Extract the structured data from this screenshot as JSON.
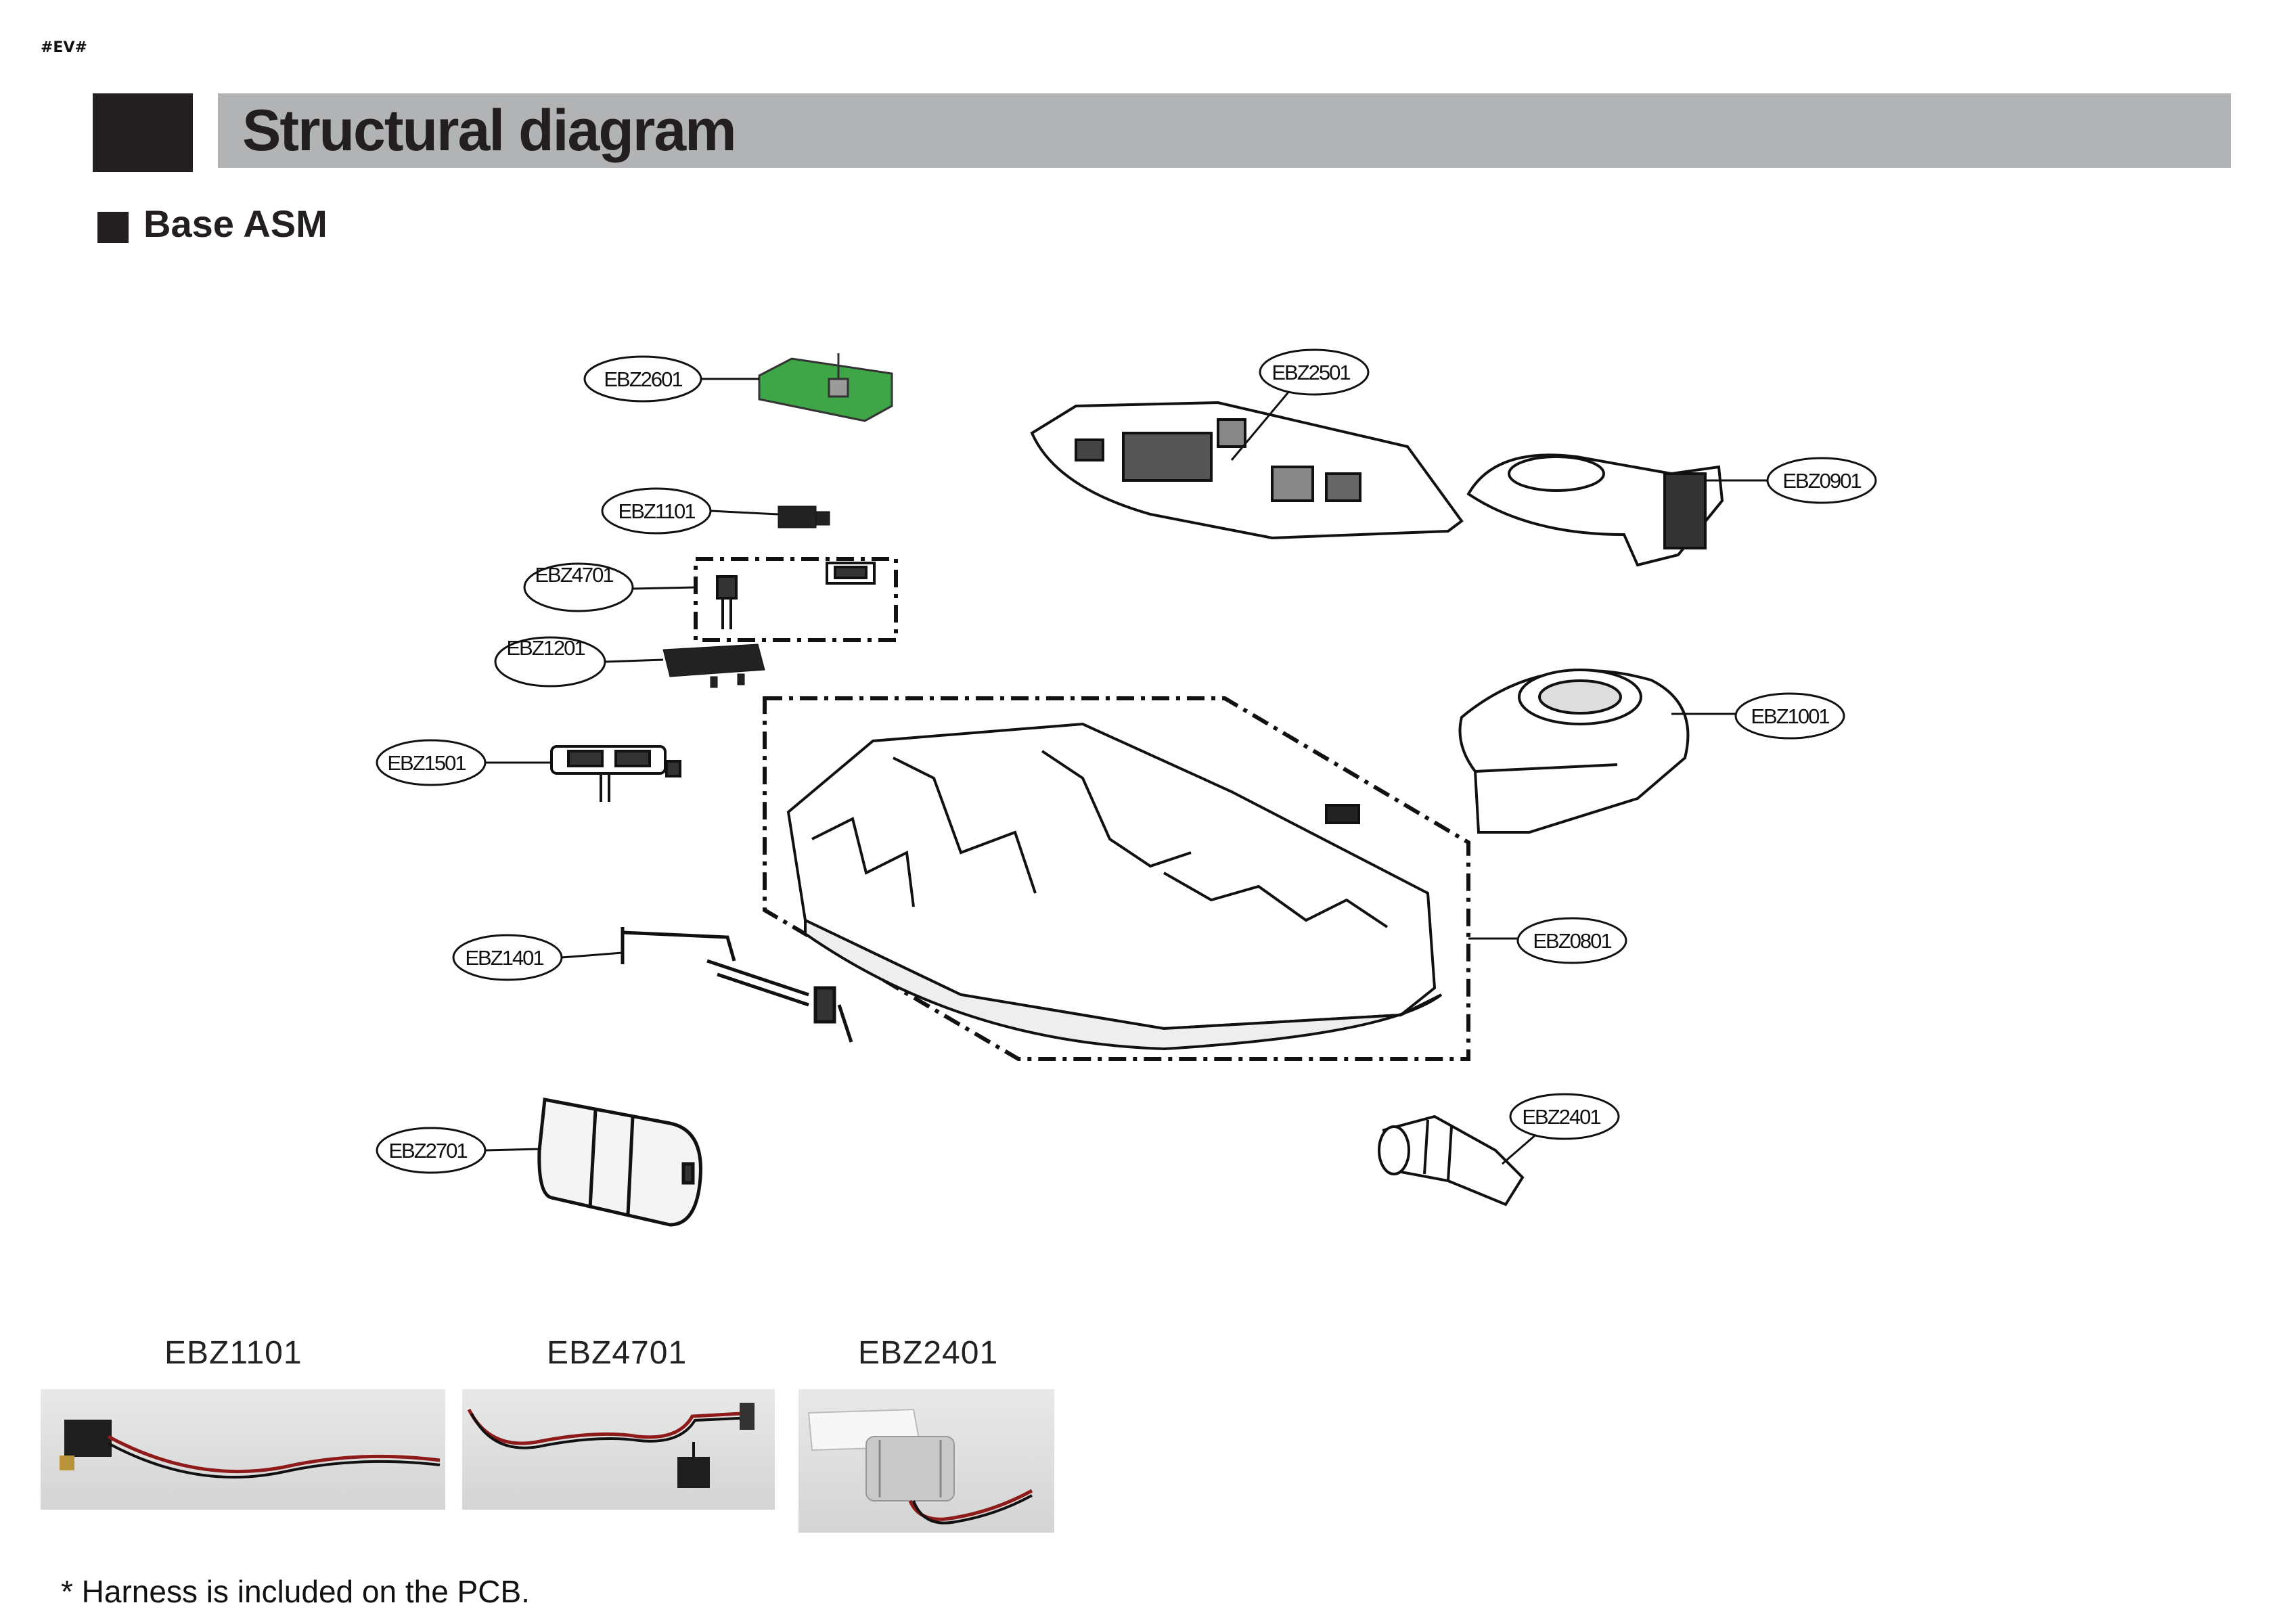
{
  "page_tag": "#EV#",
  "header": {
    "title": "Structural diagram"
  },
  "section": {
    "title": "Base ASM"
  },
  "callouts": [
    {
      "id": "ebz2601",
      "label": "EBZ2601"
    },
    {
      "id": "ebz1101",
      "label": "EBZ1101"
    },
    {
      "id": "ebz4701",
      "label": "EBZ4701"
    },
    {
      "id": "ebz1201",
      "label": "EBZ1201"
    },
    {
      "id": "ebz1501",
      "label": "EBZ1501"
    },
    {
      "id": "ebz1401",
      "label": "EBZ1401"
    },
    {
      "id": "ebz2701",
      "label": "EBZ2701"
    },
    {
      "id": "ebz2501",
      "label": "EBZ2501"
    },
    {
      "id": "ebz0901",
      "label": "EBZ0901"
    },
    {
      "id": "ebz1001",
      "label": "EBZ1001"
    },
    {
      "id": "ebz0801",
      "label": "EBZ0801"
    },
    {
      "id": "ebz2401",
      "label": "EBZ2401"
    }
  ],
  "photos": [
    {
      "label": "EBZ1101"
    },
    {
      "label": "EBZ4701"
    },
    {
      "label": "EBZ2401"
    }
  ],
  "footnote": "* Harness is included on the PCB.",
  "colors": {
    "title_bar": "#b2b3b5",
    "title_block": "#231f20",
    "pcb_green": "#3fa648"
  }
}
